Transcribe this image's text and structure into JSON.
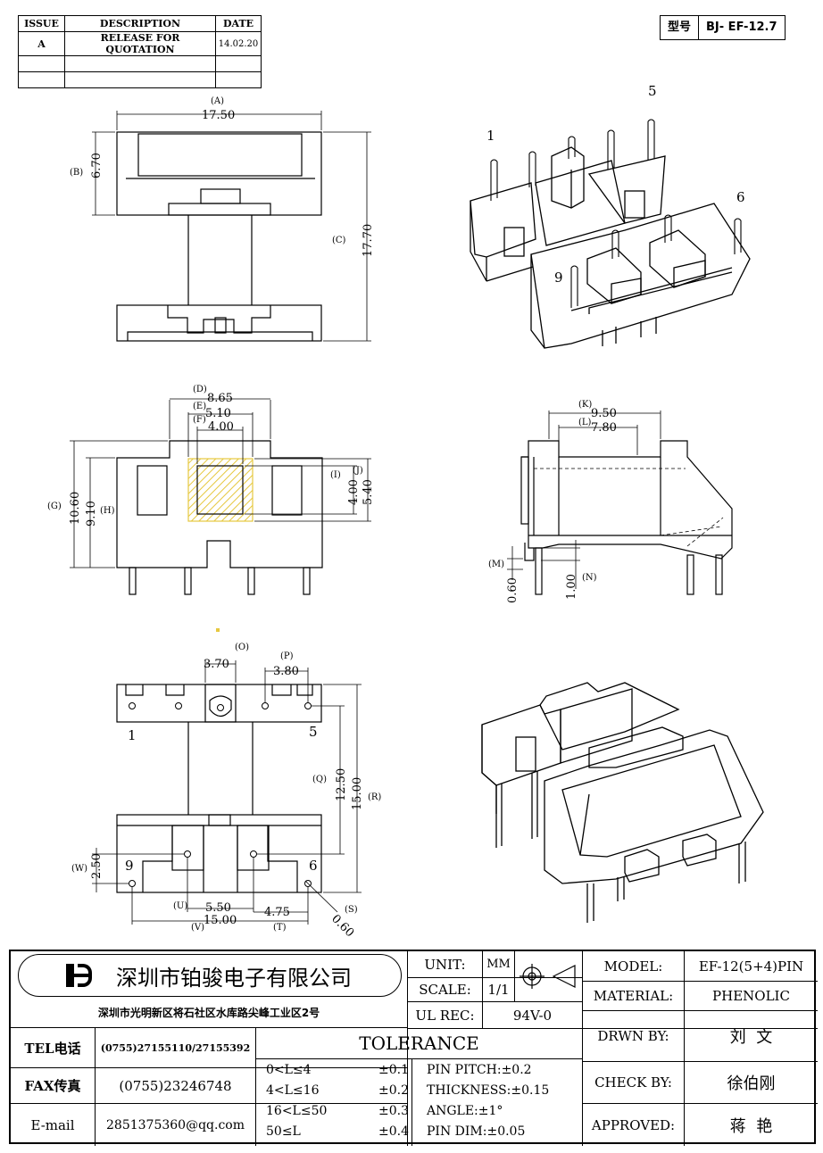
{
  "revision_table": {
    "headers": [
      "ISSUE",
      "DESCRIPTION",
      "DATE"
    ],
    "rows": [
      [
        "A",
        "RELEASE FOR QUOTATION",
        "14.02.20"
      ],
      [
        "",
        "",
        ""
      ],
      [
        "",
        "",
        ""
      ]
    ]
  },
  "part_number": {
    "label": "型号",
    "value": "BJ- EF-12.7"
  },
  "top_view": {
    "dims": {
      "A": "17.50",
      "B": "6.70",
      "C": "17.70"
    },
    "tags": {
      "A": "(A)",
      "B": "(B)",
      "C": "(C)"
    }
  },
  "front_view": {
    "dims": {
      "D": "8.65",
      "E": "5.10",
      "F": "4.00",
      "G": "10.60",
      "H": "9.10",
      "I": "4.00",
      "J": "5.40"
    },
    "tags": {
      "D": "(D)",
      "E": "(E)",
      "F": "(F)",
      "G": "(G)",
      "H": "(H)",
      "I": "(I)",
      "J": "(J)"
    }
  },
  "side_view": {
    "dims": {
      "K": "9.50",
      "L": "7.80",
      "M": "0.60",
      "N": "1.00"
    },
    "tags": {
      "K": "(K)",
      "L": "(L)",
      "M": "(M)",
      "N": "(N)"
    }
  },
  "bottom_view": {
    "dims": {
      "O": "3.70",
      "P": "3.80",
      "Q": "12.50",
      "R": "15.00",
      "S": "0.60",
      "T": "4.75",
      "U": "5.50",
      "V": "15.00",
      "W": "2.50"
    },
    "tags": {
      "O": "(O)",
      "P": "(P)",
      "Q": "(Q)",
      "R": "(R)",
      "S": "(S)",
      "T": "(T)",
      "U": "(U)",
      "V": "(V)",
      "W": "(W)"
    },
    "pins": {
      "p1": "1",
      "p5": "5",
      "p9": "9",
      "p6": "6"
    }
  },
  "iso_view": {
    "pins": {
      "p1": "1",
      "p5": "5",
      "p6": "6",
      "p9": "9"
    }
  },
  "title_block": {
    "company": "深圳市铂骏电子有限公司",
    "address": "深圳市光明新区将石社区水库路尖峰工业区2号",
    "tel_label": "TEL电话",
    "tel": "(0755)27155110/27155392",
    "fax_label": "FAX传真",
    "fax": "(0755)23246748",
    "email_label": "E-mail",
    "email": "2851375360@qq.com",
    "unit_label": "UNIT:",
    "unit": "MM",
    "scale_label": "SCALE:",
    "scale": "1/1",
    "ul_label": "UL REC:",
    "ul": "94V-0",
    "tolerance_title": "TOLERANCE",
    "tolerances": [
      [
        "0<L≤4",
        "±0.1"
      ],
      [
        "4<L≤16",
        "±0.2"
      ],
      [
        "16<L≤50",
        "±0.3"
      ],
      [
        "50≤L",
        "±0.4"
      ]
    ],
    "pin_pitch": "PIN PITCH:±0.2",
    "thickness": "THICKNESS:±0.15",
    "angle": "ANGLE:±1°",
    "pin_dim": "PIN DIM:±0.05",
    "model_label": "MODEL:",
    "model": "EF-12(5+4)PIN",
    "material_label": "MATERIAL:",
    "material": "PHENOLIC",
    "drawn_label": "DRWN BY:",
    "drawn": "刘  文",
    "check_label": "CHECK BY:",
    "check": "徐伯刚",
    "approved_label": "APPROVED:",
    "approved": "蒋  艳"
  }
}
